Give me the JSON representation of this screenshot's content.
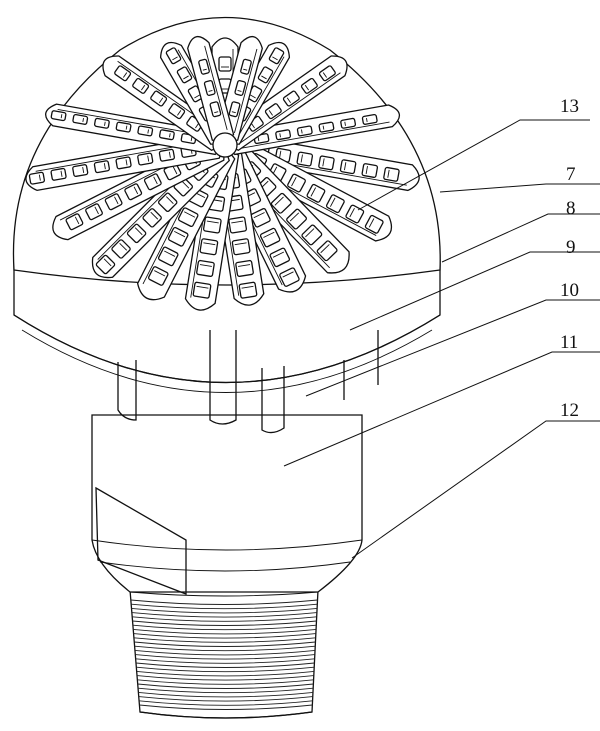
{
  "labels": [
    {
      "id": "13",
      "text": "13"
    },
    {
      "id": "7",
      "text": "7"
    },
    {
      "id": "8",
      "text": "8"
    },
    {
      "id": "9",
      "text": "9"
    },
    {
      "id": "10",
      "text": "10"
    },
    {
      "id": "11",
      "text": "11"
    },
    {
      "id": "12",
      "text": "12"
    }
  ]
}
